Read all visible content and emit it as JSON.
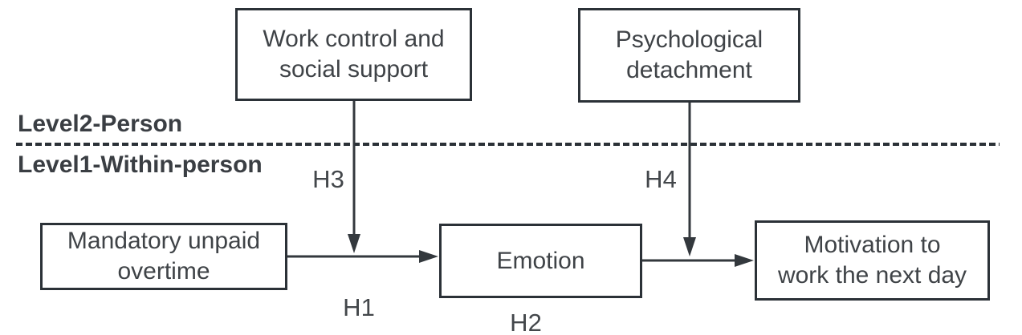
{
  "diagram": {
    "levels": {
      "upper": "Level2-Person",
      "lower": "Level1-Within-person"
    },
    "boxes": {
      "work_control": {
        "line1": "Work control and",
        "line2": "social support"
      },
      "psychological_detachment": {
        "line1": "Psychological",
        "line2": "detachment"
      },
      "mandatory_overtime": {
        "line1": "Mandatory unpaid",
        "line2": "overtime"
      },
      "emotion": {
        "line1": "Emotion"
      },
      "motivation": {
        "line1": "Motivation to",
        "line2": "work the next day"
      }
    },
    "hypotheses": {
      "h1": "H1",
      "h2": "H2",
      "h3": "H3",
      "h4": "H4"
    },
    "colors": {
      "ink": "#33383d",
      "border": "#2b3137",
      "text": "#3f4347",
      "background": "#ffffff"
    }
  }
}
